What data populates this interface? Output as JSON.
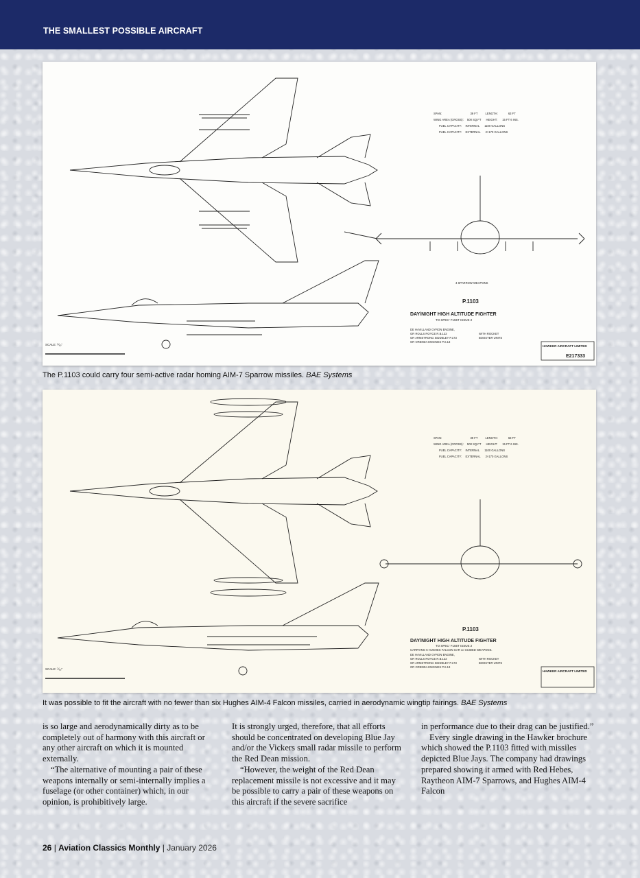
{
  "header": {
    "title": "THE SMALLEST POSSIBLE AIRCRAFT"
  },
  "figure1": {
    "specs": [
      [
        "SPAN:",
        "39 FT",
        "LENGTH:",
        "63 FT"
      ],
      [
        "WING AREA (GROSS):",
        "500 SQ.FT",
        "HEIGHT:",
        "15 FT 6 INS."
      ],
      [
        "FUEL CAPACITY:",
        "INTERNAL",
        "1100 GALLONS",
        ""
      ],
      [
        "FUEL CAPACITY:",
        "EXTERNAL",
        "2×170 GALLONS",
        ""
      ]
    ],
    "weapons_label": "4 SPARROW WEAPONS",
    "designation": "P.1103",
    "role": "DAY/NIGHT HIGH ALTITUDE FIGHTER",
    "spec": "TO SPEC' F155T ISSUE 2",
    "engines": [
      "DE HAVILLAND GYRON ENGINE,",
      "OR ROLLS ROYCE R.B.122",
      "OR ARMSTRONG SIDDELEY P.173",
      "OR ORENDA ENGINES P.S.13"
    ],
    "booster": [
      "WITH ROCKET",
      "BOOSTER UNITS"
    ],
    "scale": "SCALE: ⅟₈₀\"",
    "company": "HAWKER AIRCRAFT LIMITED",
    "drawing_no": "E217333"
  },
  "caption1": {
    "text": "The P.1103 could carry four semi-active radar homing AIM-7 Sparrow missiles. ",
    "credit": "BAE Systems"
  },
  "figure2": {
    "specs": [
      [
        "SPAN:",
        "39 FT",
        "LENGTH:",
        "63 FT"
      ],
      [
        "WING AREA (GROSS):",
        "500 SQ.FT",
        "HEIGHT:",
        "15 FT 6 INS."
      ],
      [
        "FUEL CAPACITY:",
        "INTERNAL",
        "1100 GALLONS",
        ""
      ],
      [
        "FUEL CAPACITY:",
        "EXTERNAL",
        "2×170 GALLONS",
        ""
      ]
    ],
    "designation": "P.1103",
    "role": "DAY/NIGHT HIGH ALTITUDE FIGHTER",
    "spec": "TO SPEC' F155T ISSUE 2",
    "carrying": "CARRYING 6 HUGHES FALCON GAR 1c GUIDED WEAPONS.",
    "engines": [
      "DE HAVILLAND GYRON ENGINE,",
      "OR ROLLS ROYCE R.B.122",
      "OR ARMSTRONG SIDDELEY P.173",
      "OR ORENDA ENGINES P.S.13"
    ],
    "booster": [
      "WITH ROCKET",
      "BOOSTER UNITS"
    ],
    "scale": "SCALE: ⅟₈₀\"",
    "company": "HAWKER AIRCRAFT LIMITED"
  },
  "caption2": {
    "text": "It was possible to fit the aircraft with no fewer than six Hughes AIM-4 Falcon missiles, carried in aerodynamic wingtip fairings. ",
    "credit": "BAE Systems"
  },
  "body": {
    "col1_p1": "is so large and aerodynamically dirty as to be completely out of harmony with this aircraft or any other aircraft on which it is mounted externally.",
    "col1_p2": "“The alternative of mounting a pair of these weapons internally or semi-internally implies a fuselage (or other container) which, in our opinion, is prohibitively large.",
    "col2_p1": "It is strongly urged, therefore, that all efforts should be concentrated on developing Blue Jay and/or the Vickers small radar missile to perform the Red Dean mission.",
    "col2_p2": "“However, the weight of the Red Dean replacement missile is not excessive and it may be possible to carry a pair of these weapons on this aircraft if the severe sacrifice",
    "col3_p1": "in performance due to their drag can be justified.”",
    "col3_p2": "Every single drawing in the Hawker brochure which showed the P.1103 fitted with missiles depicted Blue Jays. The company had drawings prepared showing it armed with Red Hebes, Raytheon AIM-7 Sparrows, and Hughes AIM-4 Falcon"
  },
  "footer": {
    "page": "26",
    "sep1": " | ",
    "publication": "Aviation Classics Monthly",
    "sep2": " | ",
    "issue": "January 2026"
  }
}
